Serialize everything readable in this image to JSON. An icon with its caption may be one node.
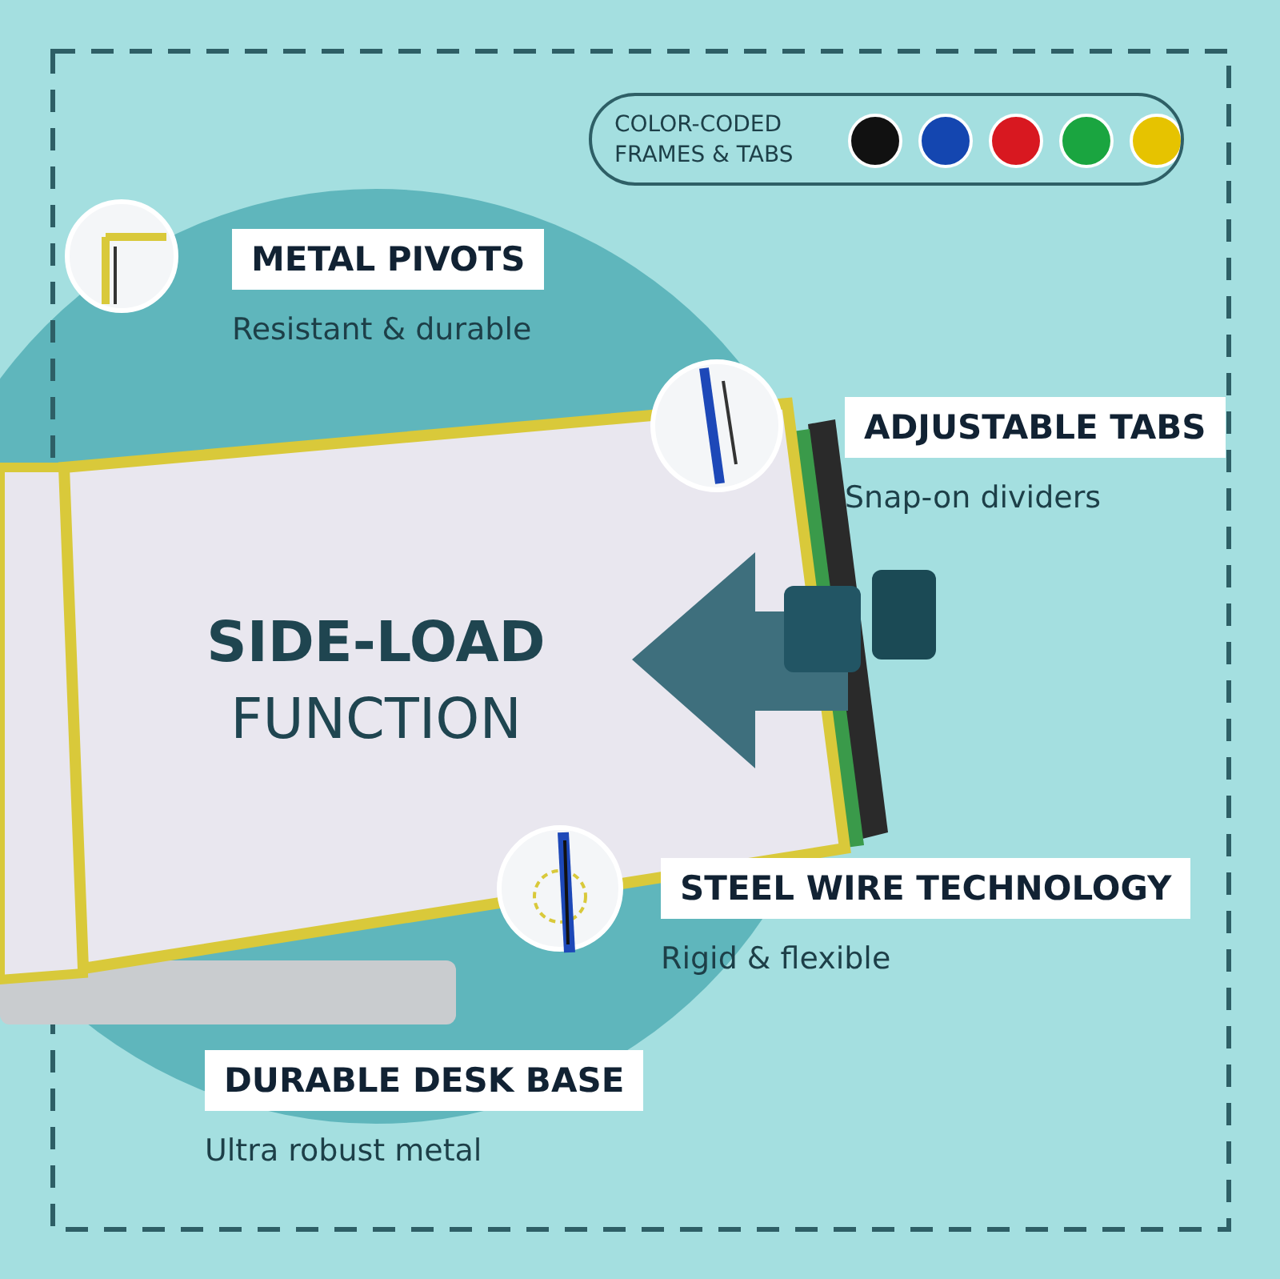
{
  "diagram": {
    "nodes": [
      {
        "text": [
          "COLOR-CODED FRAMES & TABS"
        ]
      },
      {
        "text": [
          "METAL PIVOTS",
          "Resistant & durable"
        ]
      },
      {
        "text": [
          "ADJUSTABLE TABS",
          "Snap-on dividers"
        ]
      },
      {
        "text": [
          "STEEL WIRE TECHNOLOGY",
          "Rigid & flexible"
        ]
      },
      {
        "text": [
          "DURABLE DESK BASE",
          "Ultra robust metal"
        ]
      }
    ],
    "labels": [
      "**SIDE-LOAD** FUNCTION"
    ]
  }
}
